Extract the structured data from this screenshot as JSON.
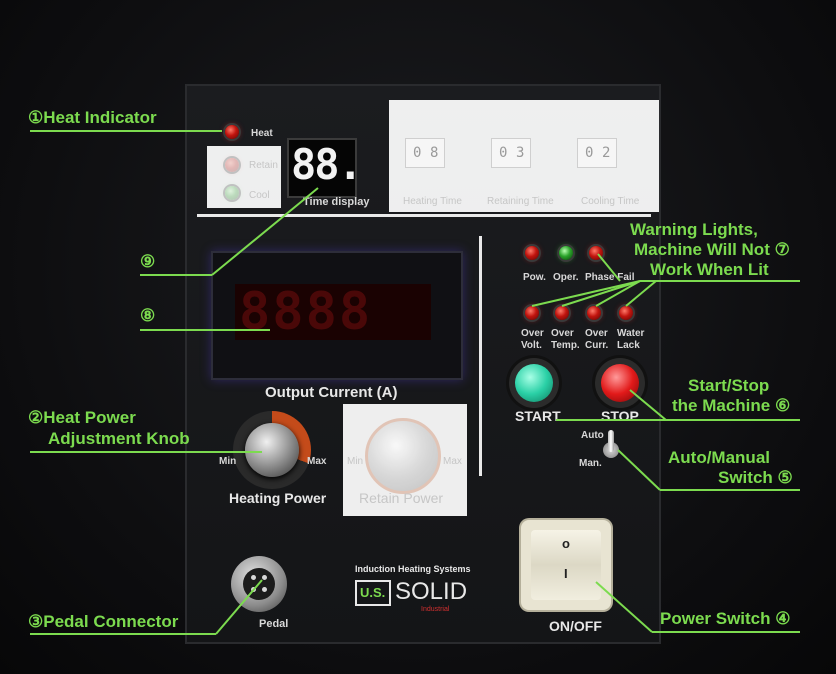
{
  "panel": {
    "heat_label": "Heat",
    "retain_label": "Retain",
    "cool_label": "Cool",
    "time_display_value": "88.",
    "time_display_label": "Time display",
    "timers": [
      {
        "digits": [
          "0",
          "8"
        ],
        "label": "Heating Time"
      },
      {
        "digits": [
          "0",
          "3"
        ],
        "label": "Retaining Time"
      },
      {
        "digits": [
          "0",
          "2"
        ],
        "label": "Cooling Time"
      }
    ],
    "current_display_value": "8888",
    "output_current_label": "Output Current (A)",
    "knob_min": "Min",
    "knob_max": "Max",
    "heating_power_label": "Heating Power",
    "retain_knob_min": "Min",
    "retain_knob_max": "Max",
    "retain_power_label": "Retain Power",
    "warning_top": [
      "Pow.",
      "Oper.",
      "Phase Fail"
    ],
    "warning_bottom": [
      "Over\nVolt.",
      "Over\nTemp.",
      "Over\nCurr.",
      "Water\nLack"
    ],
    "start_label": "START",
    "stop_label": "STOP",
    "auto_label": "Auto",
    "manual_label": "Man.",
    "pedal_label": "Pedal",
    "brand_tagline": "Induction Heating Systems",
    "brand_us": "U.S.",
    "brand_name": "SOLID",
    "brand_sub": "Industrial",
    "rocker_o": "o",
    "rocker_i": "I",
    "onoff_label": "ON/OFF",
    "colors": {
      "annotation": "#7cdb4f",
      "led_red": "#c1140e",
      "led_green": "#2aa32a",
      "start": "#2ad0a6",
      "stop": "#e21a1a"
    }
  },
  "annotations": {
    "heat_indicator": "①Heat Indicator",
    "heat_power_1": "②Heat Power",
    "heat_power_2": "Adjustment Knob",
    "pedal_connector": "③Pedal Connector",
    "power_switch": "Power Switch ④",
    "auto_manual_1": "Auto/Manual",
    "auto_manual_2": "Switch ⑤",
    "start_stop_1": "Start/Stop",
    "start_stop_2": "the Machine ⑥",
    "warning_1": "Warning Lights,",
    "warning_2": "Machine Will Not ⑦",
    "warning_3": "Work When Lit",
    "num_8": "⑧",
    "num_9": "⑨"
  }
}
